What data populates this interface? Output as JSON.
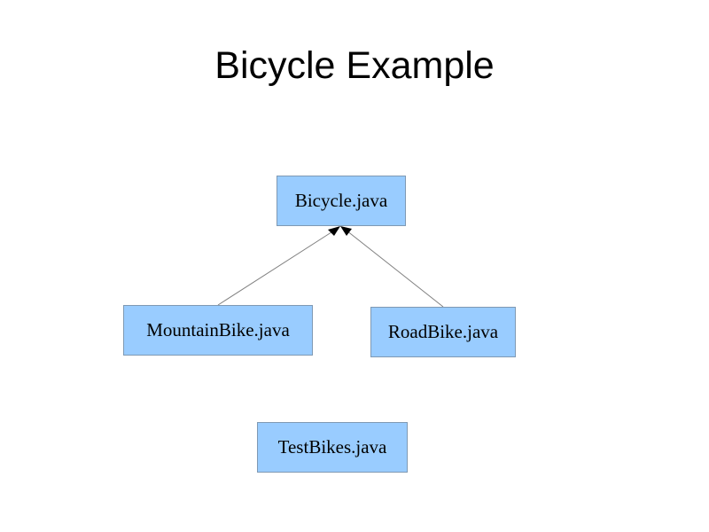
{
  "slide": {
    "title": "Bicycle Example"
  },
  "diagram": {
    "classes": {
      "bicycle": "Bicycle.java",
      "mountain_bike": "MountainBike.java",
      "road_bike": "RoadBike.java",
      "test_bikes": "TestBikes.java"
    },
    "relationships": [
      {
        "from": "MountainBike.java",
        "to": "Bicycle.java",
        "type": "inheritance"
      },
      {
        "from": "RoadBike.java",
        "to": "Bicycle.java",
        "type": "inheritance"
      }
    ]
  },
  "colors": {
    "box_fill": "#99ccff",
    "box_border": "#7f99b3",
    "arrow_line": "#808080",
    "arrow_head": "#000000"
  }
}
